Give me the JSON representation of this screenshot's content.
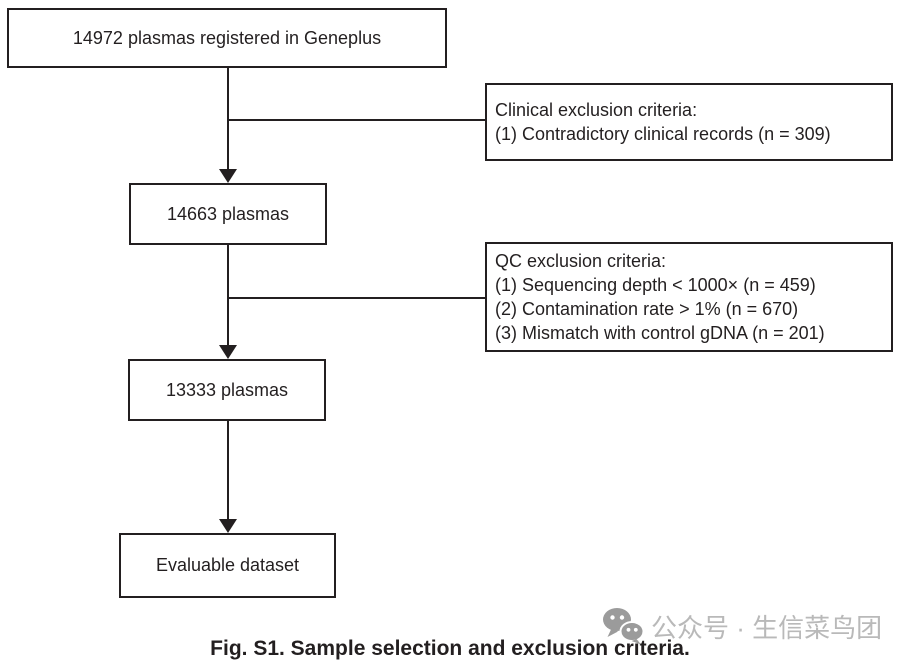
{
  "figure": {
    "boxes": {
      "registered": "14972 plasmas registered in Geneplus",
      "after_clinical": "14663 plasmas",
      "after_qc": "13333 plasmas",
      "final": "Evaluable dataset"
    },
    "clinical_exclusion": {
      "title": "Clinical exclusion criteria:",
      "items": [
        "(1) Contradictory clinical records (n = 309)"
      ]
    },
    "qc_exclusion": {
      "title": "QC exclusion criteria:",
      "items": [
        "(1) Sequencing depth < 1000× (n = 459)",
        "(2) Contamination rate > 1% (n = 670)",
        "(3) Mismatch with control gDNA (n = 201)"
      ]
    },
    "caption": "Fig. S1. Sample selection and exclusion criteria."
  },
  "watermark": {
    "icon": "wechat-icon",
    "text": "公众号 · 生信菜鸟团"
  },
  "colors": {
    "background": "#ffffff",
    "line": "#231f20",
    "text": "#231f20",
    "watermark_icon": "#9b9b9b",
    "watermark_text": "#b9b9b9"
  }
}
